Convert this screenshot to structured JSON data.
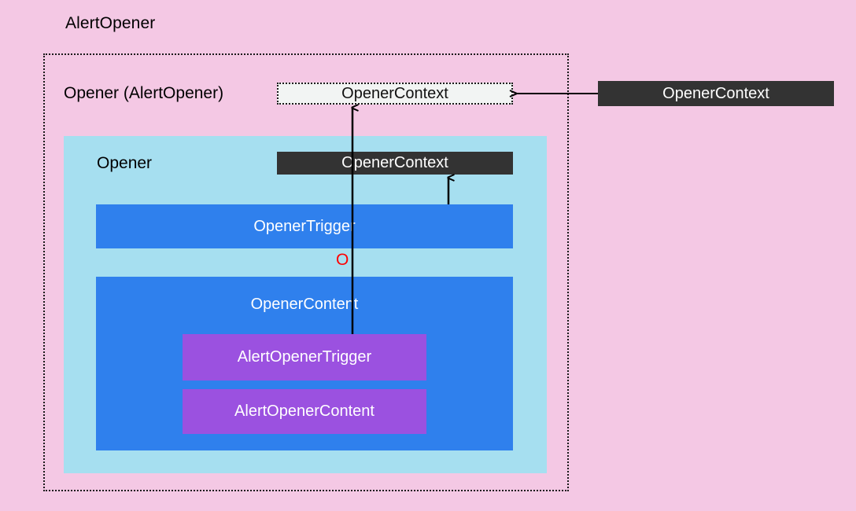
{
  "diagram": {
    "title": "AlertOpener",
    "background_color": "#f4c8e4",
    "outer_group": {
      "label": "Opener (AlertOpener)",
      "border_style": "dotted",
      "border_color": "#1a1a1a"
    },
    "context_chips": [
      {
        "id": "alert-opener-context-chip",
        "label": "OpenerContext",
        "style": "dotted-light",
        "background": "#f2f4f3",
        "text_color": "#111111"
      },
      {
        "id": "external-opener-context-chip",
        "label": "OpenerContext",
        "style": "solid-dark",
        "background": "#333333",
        "text_color": "#ffffff"
      },
      {
        "id": "inner-opener-context-chip",
        "label": "OpenerContext",
        "style": "solid-dark",
        "background": "#333333",
        "text_color": "#ffffff"
      }
    ],
    "opener_panel": {
      "label": "Opener",
      "background": "#a6dff0",
      "children": [
        {
          "id": "opener-trigger",
          "label": "OpenerTrigger",
          "background": "#2f80ed",
          "text_color": "#ffffff"
        },
        {
          "id": "opener-content",
          "label": "OpenerContent",
          "background": "#2f80ed",
          "text_color": "#ffffff",
          "children": [
            {
              "id": "alert-opener-trigger",
              "label": "AlertOpenerTrigger",
              "background": "#9b51e0",
              "text_color": "#ffffff"
            },
            {
              "id": "alert-opener-content",
              "label": "AlertOpenerContent",
              "background": "#9b51e0",
              "text_color": "#ffffff"
            }
          ]
        }
      ]
    },
    "markers": [
      {
        "id": "red-circle-marker",
        "label": "O",
        "color": "#ff0000"
      }
    ],
    "connectors": [
      {
        "id": "external-context-to-alert-context",
        "from": "external-opener-context-chip",
        "to": "alert-opener-context-chip",
        "direction": "left"
      },
      {
        "id": "alert-opener-trigger-to-alert-context",
        "from": "alert-opener-trigger",
        "to": "alert-opener-context-chip",
        "direction": "up"
      },
      {
        "id": "opener-trigger-to-inner-context",
        "from": "opener-trigger",
        "to": "inner-opener-context-chip",
        "direction": "up"
      }
    ]
  }
}
